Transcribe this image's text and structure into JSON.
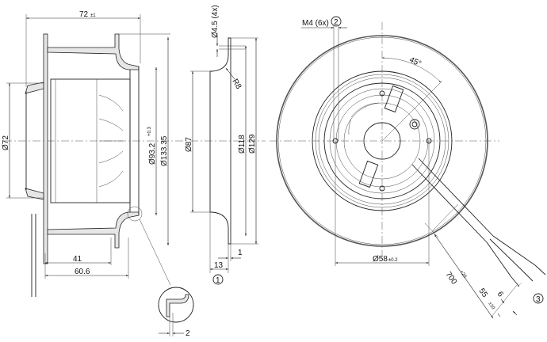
{
  "drawing": {
    "side_view": {
      "overall_length": "72",
      "overall_length_tol": "±1",
      "dia_inlet": "Ø72",
      "dia_rotor": "Ø93.2",
      "dia_rotor_tol": "+0.3",
      "dia_housing": "Ø133.35",
      "len_41": "41",
      "len_60_6": "60.6",
      "detail_dim": "2"
    },
    "nozzle_section": {
      "hole_dia": "Ø4.5 (4x)",
      "radius": "R8",
      "dia_87": "Ø87",
      "dia_118": "Ø118",
      "dia_129": "Ø129",
      "dim_13": "13",
      "dim_1": "1",
      "callout": "1"
    },
    "front_view": {
      "thread": "M4 (6x)",
      "thread_callout": "2",
      "angle": "45°",
      "dia_58": "Ø58",
      "dia_58_tol": "±0.2",
      "cable_length": "700",
      "cable_length_tol": "+20",
      "strip_length": "55",
      "strip_length_tol": "±10",
      "strip_end": "6",
      "cable_callout": "3"
    }
  }
}
